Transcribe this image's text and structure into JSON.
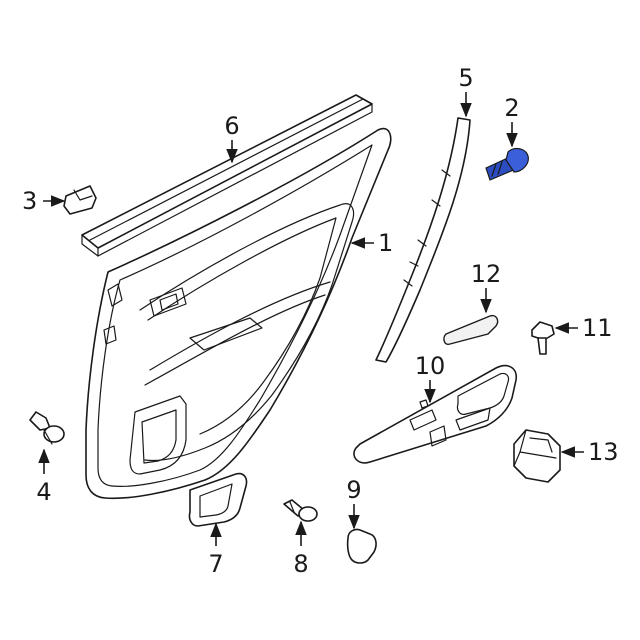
{
  "diagram": {
    "callouts": {
      "part_1": "1",
      "part_2": "2",
      "part_3": "3",
      "part_4": "4",
      "part_5": "5",
      "part_6": "6",
      "part_7": "7",
      "part_8": "8",
      "part_9": "9",
      "part_10": "10",
      "part_11": "11",
      "part_12": "12",
      "part_13": "13"
    },
    "colors": {
      "line": "#1a1a1a",
      "highlight_part": "#2b4dbf"
    }
  }
}
